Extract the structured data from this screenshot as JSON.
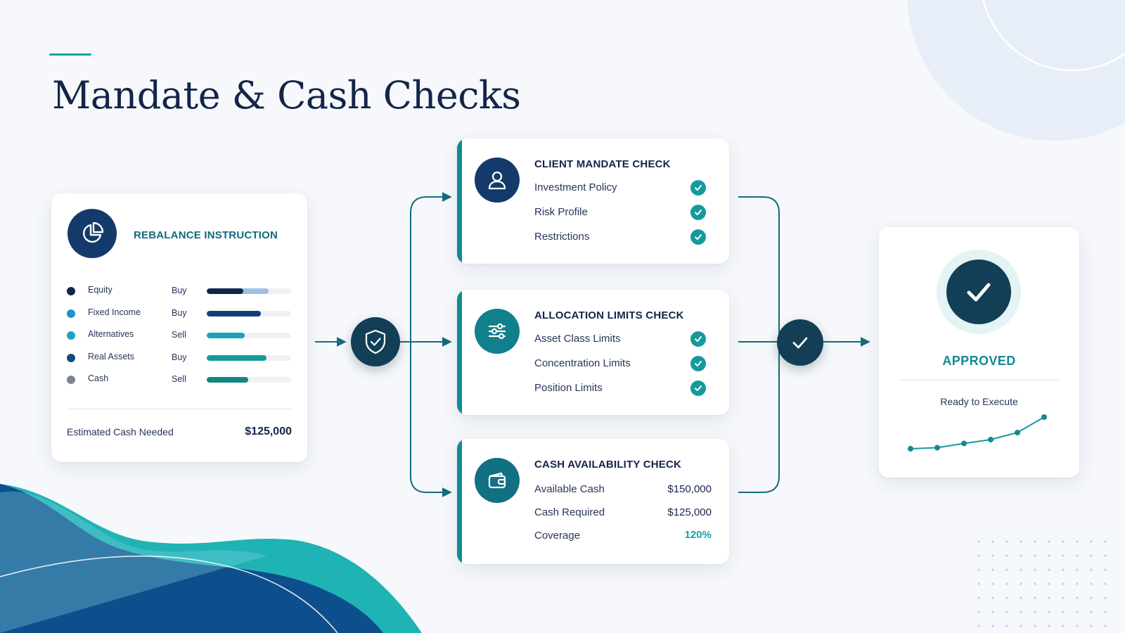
{
  "title": "Mandate & Cash Checks",
  "rebalance": {
    "title": "REBALANCE INSTRUCTION",
    "icon": "pie-chart-icon",
    "assets": [
      {
        "name": "Equity",
        "action": "Buy",
        "level": 0.43,
        "level2": 0.3,
        "color": "#14254a",
        "fill": "#14254a",
        "fill2": "#9fc0e0"
      },
      {
        "name": "Fixed Income",
        "action": "Buy",
        "level": 0.64,
        "color": "#1f8fd6",
        "fill": "#123f78"
      },
      {
        "name": "Alternatives",
        "action": "Sell",
        "level": 0.45,
        "color": "#18a6c7",
        "fill": "#1aa3b3"
      },
      {
        "name": "Real Assets",
        "action": "Buy",
        "level": 0.71,
        "color": "#14497e",
        "fill": "#169a98"
      },
      {
        "name": "Cash",
        "action": "Sell",
        "level": 0.49,
        "color": "#7b8591",
        "fill": "#138582"
      }
    ],
    "estimate_label": "Estimated Cash Needed",
    "estimate_value": "$125,000"
  },
  "checks": {
    "mandate": {
      "title": "CLIENT MANDATE CHECK",
      "icon": "user-icon",
      "items": [
        "Investment Policy",
        "Risk Profile",
        "Restrictions"
      ]
    },
    "allocation": {
      "title": "ALLOCATION LIMITS CHECK",
      "icon": "sliders-icon",
      "items": [
        "Asset Class Limits",
        "Concentration Limits",
        "Position Limits"
      ]
    },
    "cash": {
      "title": "CASH AVAILABILITY CHECK",
      "icon": "wallet-icon",
      "rows": [
        {
          "label": "Available Cash",
          "value": "$150,000"
        },
        {
          "label": "Cash Required",
          "value": "$125,000"
        },
        {
          "label": "Coverage",
          "value": "120%"
        }
      ]
    }
  },
  "approved": {
    "label": "APPROVED",
    "status": "Ready to Execute",
    "icon": "checkmark-icon",
    "trend": [
      0.1,
      0.13,
      0.25,
      0.36,
      0.56,
      1.0
    ]
  },
  "colors": {
    "navy": "#14254a",
    "teal": "#159a9c",
    "dark_node": "#123f56"
  }
}
